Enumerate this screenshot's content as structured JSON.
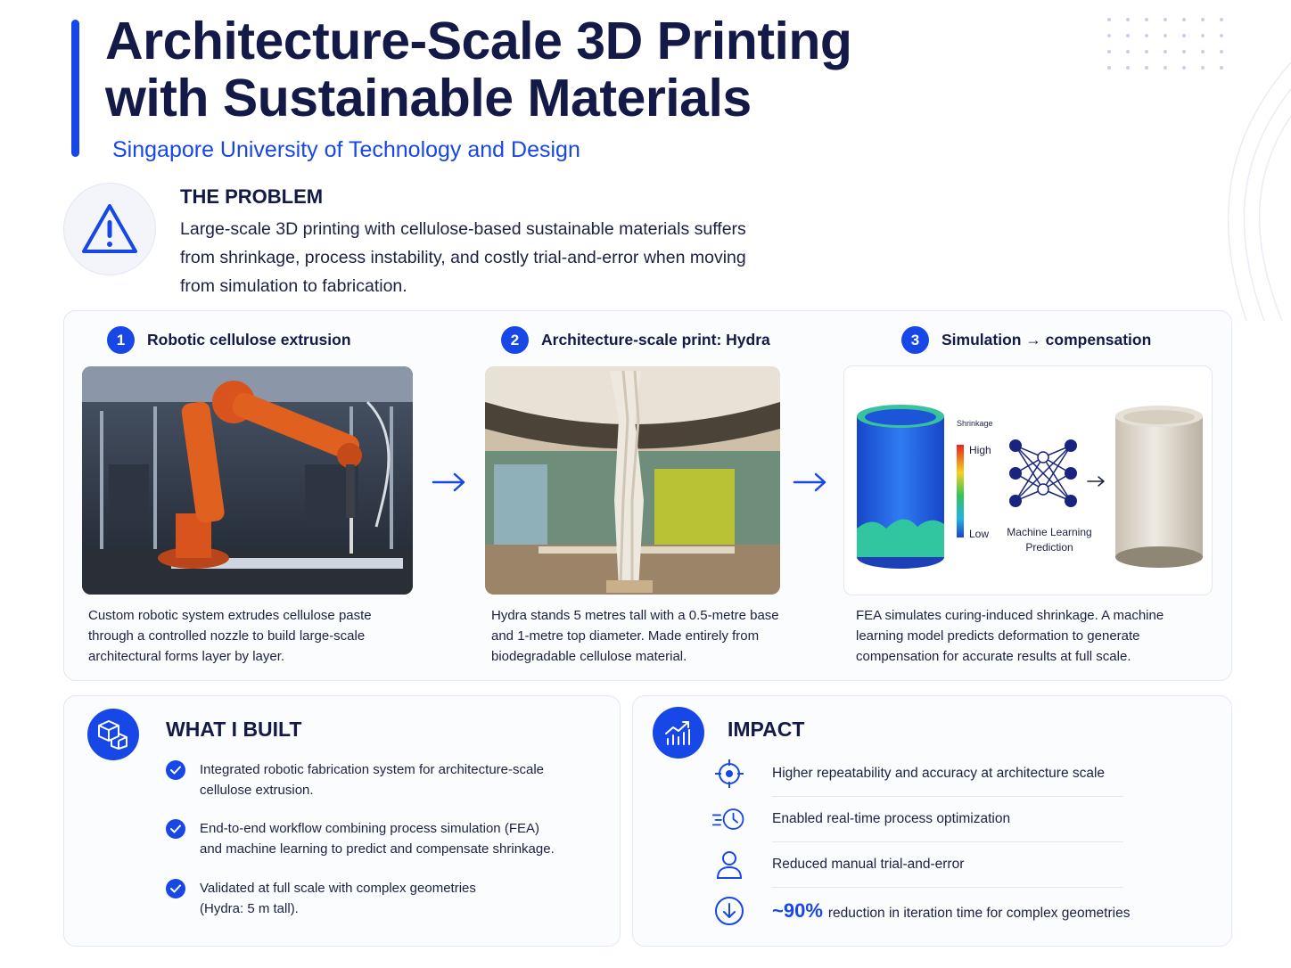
{
  "header": {
    "title_line1": "Architecture-Scale 3D Printing",
    "title_line2": "with Sustainable Materials",
    "subtitle": "Singapore University of Technology and Design"
  },
  "problem": {
    "heading": "THE PROBLEM",
    "text": "Large-scale 3D printing with cellulose-based sustainable materials suffers from shrinkage, process instability, and costly trial-and-error when moving from simulation to fabrication.",
    "icon": "warning-icon"
  },
  "steps": [
    {
      "number": "1",
      "title": "Robotic cellulose extrusion",
      "description": "Custom robotic system extrudes cellulose paste through a controlled nozzle to build large-scale architectural forms layer by layer."
    },
    {
      "number": "2",
      "title": "Architecture-scale print: Hydra",
      "description": "Hydra stands 5 metres tall with a 0.5-metre base and 1-metre top diameter. Made entirely from biodegradable cellulose material."
    },
    {
      "number": "3",
      "title": "Simulation → compensation",
      "description": "FEA simulates curing-induced shrinkage. A machine learning model predicts deformation to generate compensation for accurate results at full scale."
    }
  ],
  "figure": {
    "legend_title": "Shrinkage",
    "legend_high": "High",
    "legend_low": "Low",
    "ml_label_line1": "Machine Learning",
    "ml_label_line2": "Prediction"
  },
  "built": {
    "heading": "WHAT I BUILT",
    "items": [
      {
        "line1": "Integrated robotic fabrication system for architecture-scale",
        "line2": "cellulose extrusion."
      },
      {
        "line1": "End-to-end workflow combining process simulation (FEA)",
        "line2": "and machine learning to predict and compensate shrinkage."
      },
      {
        "line1": "Validated at full scale with complex geometries",
        "line2": "(Hydra: 5 m tall)."
      }
    ]
  },
  "impact": {
    "heading": "IMPACT",
    "items": [
      {
        "text": "Higher repeatability and accuracy at architecture scale",
        "icon": "crosshair-icon"
      },
      {
        "text": "Enabled real-time process optimization",
        "icon": "fast-clock-icon"
      },
      {
        "text": "Reduced manual trial-and-error",
        "icon": "person-icon"
      },
      {
        "highlight": "~90%",
        "text": "reduction in iteration time for complex geometries",
        "icon": "arrow-down-circle-icon"
      }
    ]
  },
  "colors": {
    "accent": "#1747e6",
    "title": "#131a47",
    "robot_orange": "#d9541c"
  }
}
